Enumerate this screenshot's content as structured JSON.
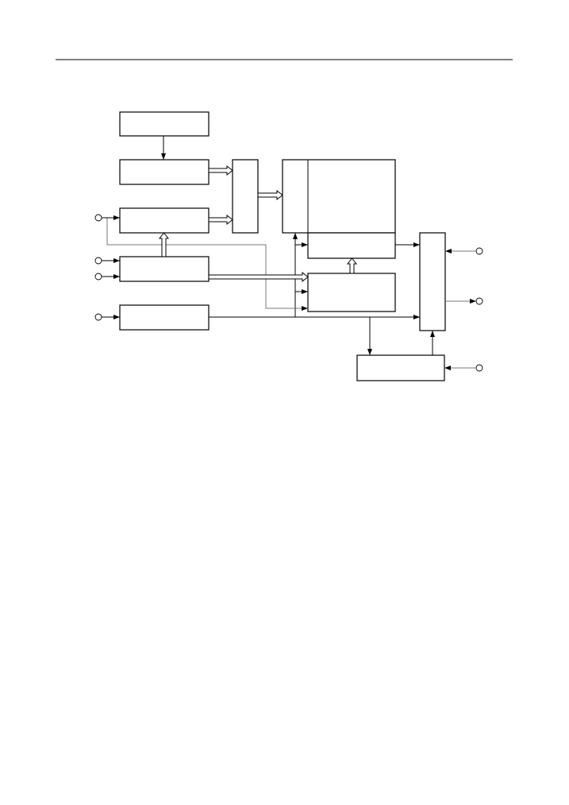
{
  "diagram": {
    "type": "block-diagram",
    "blocks": 10,
    "inputs": 7,
    "outputs": 1,
    "colors": {
      "line": "#000000",
      "background": "#ffffff"
    }
  }
}
